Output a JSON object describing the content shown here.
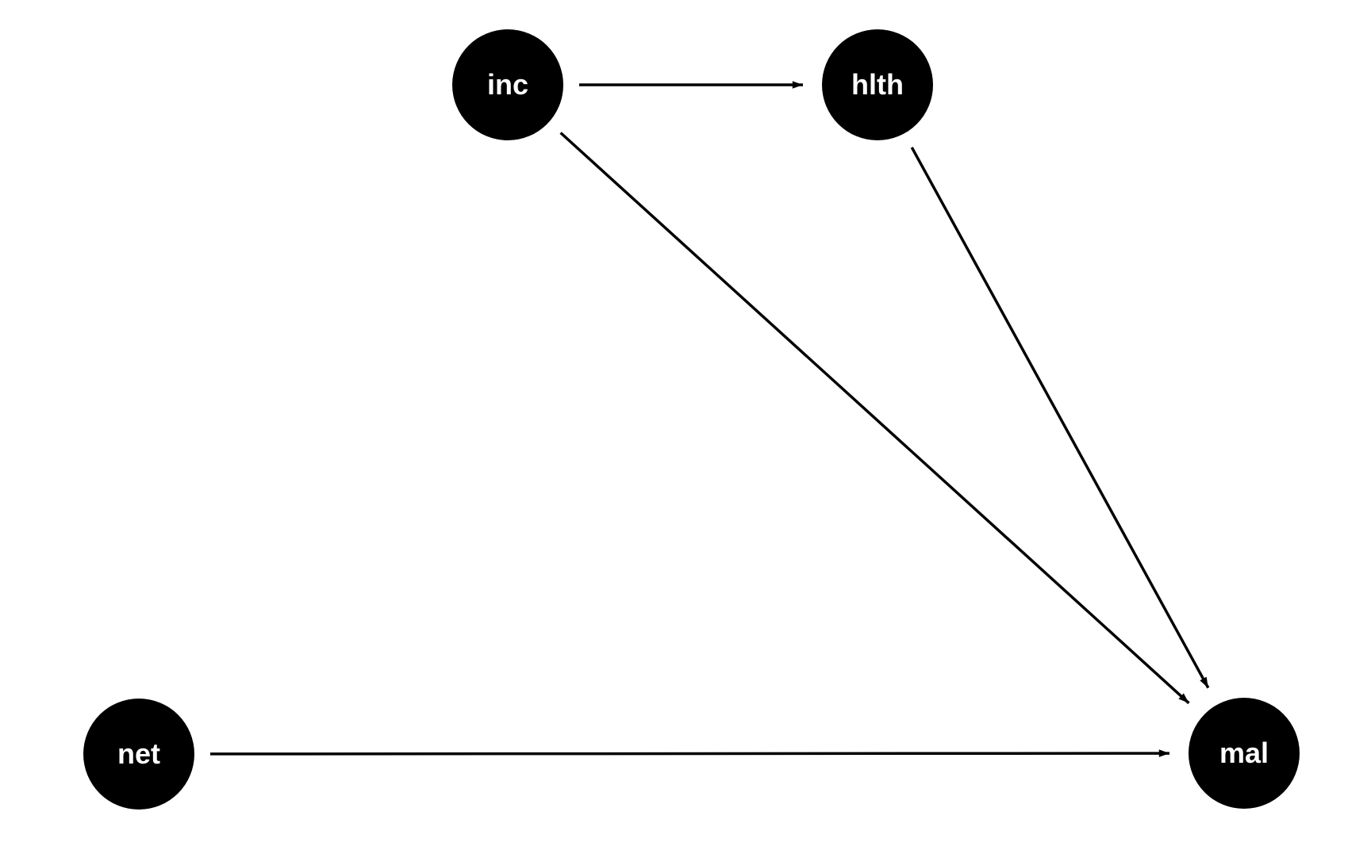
{
  "diagram": {
    "type": "directed-acyclic-graph",
    "node_color": "#000000",
    "label_color": "#ffffff",
    "nodes": [
      {
        "id": "inc",
        "label": "inc"
      },
      {
        "id": "hlth",
        "label": "hlth"
      },
      {
        "id": "net",
        "label": "net"
      },
      {
        "id": "mal",
        "label": "mal"
      }
    ],
    "edges": [
      {
        "from": "inc",
        "to": "hlth"
      },
      {
        "from": "inc",
        "to": "mal"
      },
      {
        "from": "hlth",
        "to": "mal"
      },
      {
        "from": "net",
        "to": "mal"
      }
    ]
  }
}
